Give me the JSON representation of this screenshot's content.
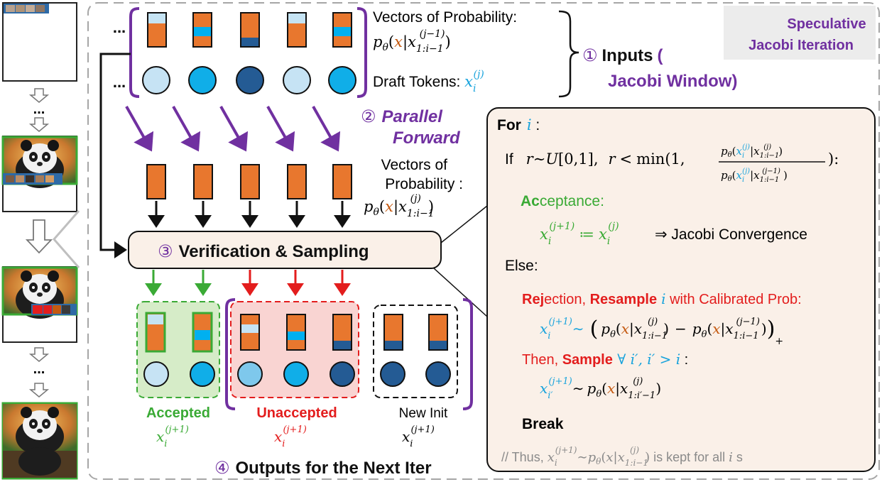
{
  "title": {
    "line1": "Speculative",
    "line2": "Jacobi Iteration"
  },
  "ellipsis": "...",
  "inputs": {
    "vectors_label": "Vectors of Probability:",
    "vectors_expr": {
      "p": "p",
      "theta": "θ",
      "open": "(",
      "x": "x",
      "bar": "|",
      "x2": "x",
      "sub": "1:i−1",
      "sup": "(j−1)",
      "close": ")"
    },
    "draft_label": "Draft Tokens: ",
    "draft_expr": {
      "x": "x",
      "sub": "i",
      "sup": "(j)"
    },
    "step1_circle": "①",
    "step1_label": "Inputs",
    "step1_paren": "(",
    "step1_window": "Jacobi Window)"
  },
  "parallel": {
    "step2_circle": "②",
    "step2_line1": "Parallel",
    "step2_line2": "Forward",
    "vectors_line1": "Vectors of",
    "vectors_line2": "Probability :",
    "vectors_expr": {
      "p": "p",
      "theta": "θ",
      "open": "(",
      "x": "x",
      "bar": "|",
      "x2": "x",
      "sub": "1:i−1",
      "sup": "(j)",
      "close": ")"
    }
  },
  "verification": {
    "step3_circle": "③",
    "label": "Verification & Sampling"
  },
  "outputs": {
    "accepted": {
      "label": "Accepted",
      "x": "x",
      "sub": "i",
      "sup": "(j+1)"
    },
    "unaccepted": {
      "label": "Unaccepted",
      "x": "x",
      "sub": "i",
      "sup": "(j+1)"
    },
    "new_init": {
      "label": "New Init",
      "x": "x",
      "sub": "i",
      "sup": "(j+1)"
    },
    "step4_circle": "④",
    "step4_label": "Outputs for the Next Iter"
  },
  "algorithm": {
    "for_kw": "For",
    "for_var": "i",
    "for_colon": " :",
    "if_kw": "If",
    "if_r": "r",
    "if_sim": "∼",
    "if_U": "U",
    "if_range": "[0,1],",
    "if_r2": "r",
    "if_lt": "<",
    "if_min": "min",
    "if_one": "(1,",
    "if_close": "):",
    "frac_num": {
      "p": "p",
      "theta": "θ",
      "open": "(",
      "x": "x",
      "xsub": "i",
      "xsup": "(j)",
      "bar": "|",
      "x2": "x",
      "sub": "1:i−1",
      "sup": "(j)",
      "close": ")"
    },
    "frac_den": {
      "p": "p",
      "theta": "θ",
      "open": "(",
      "x": "x",
      "xsub": "i",
      "xsup": "(j)",
      "bar": "|",
      "x2": "x",
      "sub": "1:i−1",
      "sup": "(j−1)",
      "close": ")"
    },
    "acc_bold": "Ac",
    "acc_rest": "ceptance:",
    "acc_expr": {
      "x": "x",
      "sub": "i",
      "sup": "(j+1)",
      "assign": "≔",
      "x2": "x",
      "sub2": "i",
      "sup2": "(j)"
    },
    "acc_tail": "⇒ Jacobi Convergence",
    "else_kw": "Else:",
    "rej_bold1": "Rej",
    "rej_rest1": "ection, ",
    "rej_bold2": "Resample",
    "rej_var": "i",
    "rej_rest2": " with Calibrated Prob:",
    "rej_expr": {
      "x": "x",
      "sub": "i",
      "sup": "(j+1)",
      "sim": "∼",
      "paren_open": "(",
      "p1": "p",
      "theta1": "θ",
      "a_open": "(",
      "ax": "x",
      "abar": "|",
      "ax2": "x",
      "asub": "1:i−1",
      "asup": "(j)",
      "a_close": ")",
      "minus": "−",
      "p2": "p",
      "theta2": "θ",
      "b_open": "(",
      "bx": "x",
      "bbar": "|",
      "bx2": "x",
      "bsub": "1:i−1",
      "bsup": "(j−1)",
      "b_close": ")",
      "paren_close": ")",
      "plus": "+"
    },
    "then_word": "Then, ",
    "then_bold": "Sample",
    "then_forall": " ∀ ",
    "then_vars": "i′,  i′ > i",
    "then_colon": " :",
    "sample_expr": {
      "x": "x",
      "sub": "i′",
      "sup": "(j+1)",
      "sim": "∼",
      "p": "p",
      "theta": "θ",
      "open": "(",
      "x1": "x",
      "bar": "|",
      "x2": "x",
      "sub2": "1:i′−1",
      "sup2": "(j)",
      "close": ")"
    },
    "break_kw": "Break",
    "comment": {
      "prefix": "// Thus,  ",
      "x": "x",
      "sub": "i",
      "sup": "(j+1)",
      "sim": "∼",
      "p": "p",
      "theta": "θ",
      "open": "(",
      "x1": "x",
      "bar": "|",
      "x2": "x",
      "sub2": "1:i−1",
      "sup2": "(j)",
      "close": ")",
      "suffix1": " is kept for all ",
      "ivar": "i",
      "suffix2": " s"
    }
  },
  "colors": {
    "orange": "#e8772e",
    "light_blue": "#c5e3f3",
    "mid_blue": "#00b0f0",
    "dark_blue": "#245b94",
    "token_light": "#c6e3f4",
    "token_mid": "#10aee8",
    "token_dark": "#245b94",
    "purple": "#7030a0",
    "green": "#3aaa35",
    "red": "#e31d1d",
    "peach_fill": "#faf0e8",
    "accepted_fill": "#d6ecc8",
    "unaccepted_fill": "#f9d4d2"
  }
}
